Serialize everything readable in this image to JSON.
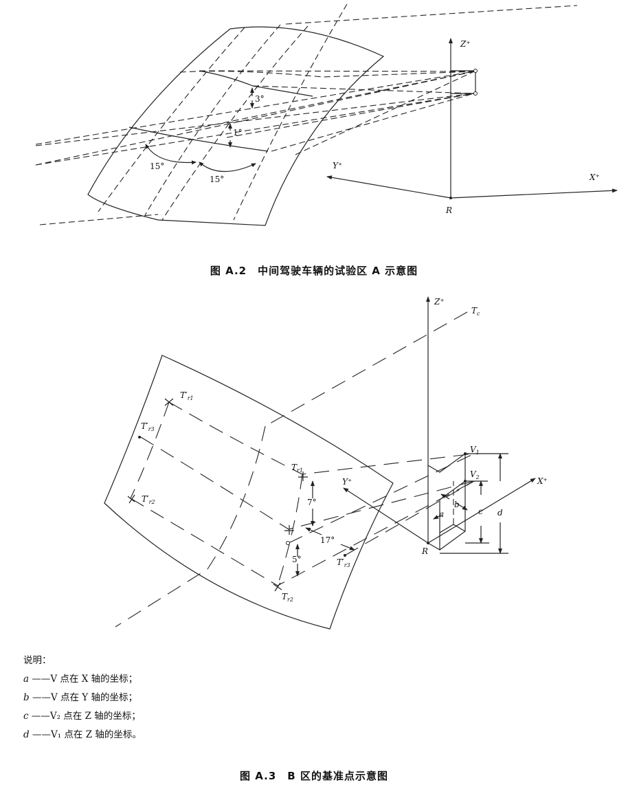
{
  "figure_a2": {
    "caption": "图 A.2　中间驾驶车辆的试验区 A 示意图",
    "labels": {
      "z_axis": "Z⁺",
      "y_axis": "Y⁺",
      "x_axis": "X⁺",
      "origin": "R"
    },
    "angles": {
      "upper": "3°",
      "lower": "1°",
      "left": "15°",
      "right": "15°"
    }
  },
  "figure_a3": {
    "caption": "图 A.3　B 区的基准点示意图",
    "labels": {
      "z_axis": "Z⁺",
      "y_axis": "Y⁺",
      "x_axis": "X⁺",
      "origin": "R",
      "tc": "T",
      "tc_sub": "c",
      "v1": "V",
      "v1_sub": "1",
      "v2": "V",
      "v2_sub": "2",
      "tr1p": "T′",
      "tr1p_sub": "r1",
      "tr3p": "T′",
      "tr3p_sub": "r3",
      "tr2p": "T′",
      "tr2p_sub": "r2",
      "tr1": "T",
      "tr1_sub": "r1",
      "tr2": "T",
      "tr2_sub": "r2",
      "tr3": "T′",
      "tr3_sub": "r3",
      "a": "a",
      "b": "b",
      "c": "c",
      "d": "d"
    },
    "angles": {
      "up": "7°",
      "down": "5°",
      "side": "17°"
    }
  },
  "legend": {
    "title": "说明：",
    "items": [
      {
        "key": "a",
        "text": "——V 点在 X 轴的坐标；"
      },
      {
        "key": "b",
        "text": "——V 点在 Y 轴的坐标；"
      },
      {
        "key": "c",
        "text": "——V₂ 点在 Z 轴的坐标；"
      },
      {
        "key": "d",
        "text": "——V₁ 点在 Z 轴的坐标。"
      }
    ]
  }
}
